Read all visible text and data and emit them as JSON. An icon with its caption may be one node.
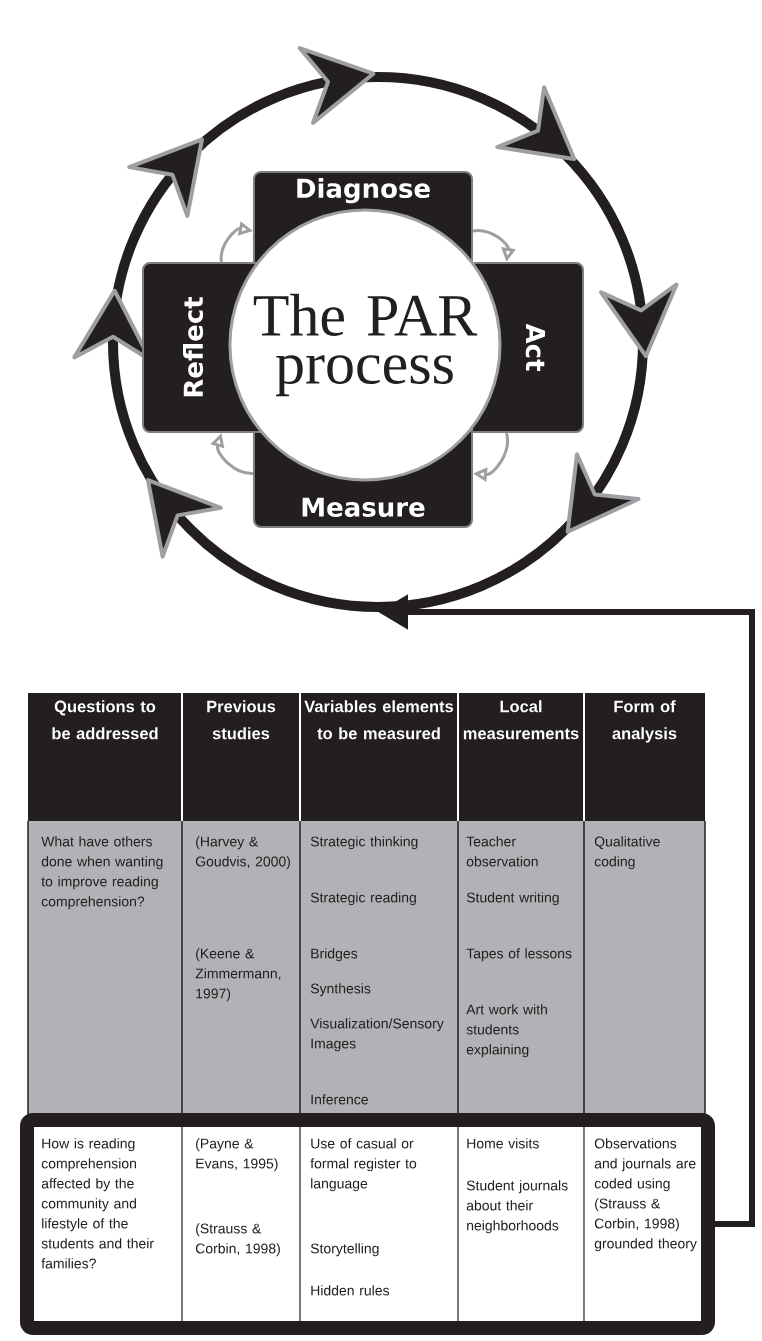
{
  "diagram": {
    "nodes": [
      {
        "text": [],
        "shape": "circle"
      },
      {
        "text": [
          "Diagnose"
        ],
        "in": 0
      },
      {
        "text": [
          "Act"
        ],
        "in": 0
      },
      {
        "text": [
          "Measure"
        ],
        "in": 0
      },
      {
        "text": [
          "Reflect"
        ],
        "in": 0
      },
      {
        "text": [
          "The PAR process"
        ],
        "in": 0
      },
      {
        "text": [],
        "shape": "box"
      }
    ],
    "edges": [
      {
        "from": 1,
        "to": 2,
        "arrow": "to"
      },
      {
        "from": 2,
        "to": 3,
        "arrow": "to"
      },
      {
        "from": 3,
        "to": 4,
        "arrow": "to"
      },
      {
        "from": 4,
        "to": 1,
        "arrow": "to"
      },
      {
        "from": 6,
        "to": 0,
        "arrow": "to",
        "style": "thick",
        "color": "#231f20"
      }
    ],
    "labels": [
      "Questions to be addressed",
      "Previous studies",
      "Variables elements to be measured",
      "Local measurements",
      "Form of analysis",
      "What have others done when wanting to improve reading comprehension?",
      "(Harvey & Goudvis, 2000)",
      "(Keene & Zimmermann, 1997)",
      "Strategic thinking",
      "Strategic reading",
      "Bridges",
      "Synthesis",
      "Visualization/Sensory Images",
      "Inference",
      "Teacher observation",
      "Student writing",
      "Tapes of lessons",
      "Art work with students explaining",
      "Qualitative coding",
      "How is reading comprehension affected by the community and lifestyle of the students and their families?",
      "(Payne & Evans, 1995)",
      "(Strauss & Corbin, 1998)",
      "Use of casual or formal register to language",
      "Storytelling",
      "Hidden rules",
      "Home visits",
      "Student journals about their neighborhoods",
      "Observations and journals are coded using (Strauss & Corbin, 1998) grounded theory"
    ]
  }
}
